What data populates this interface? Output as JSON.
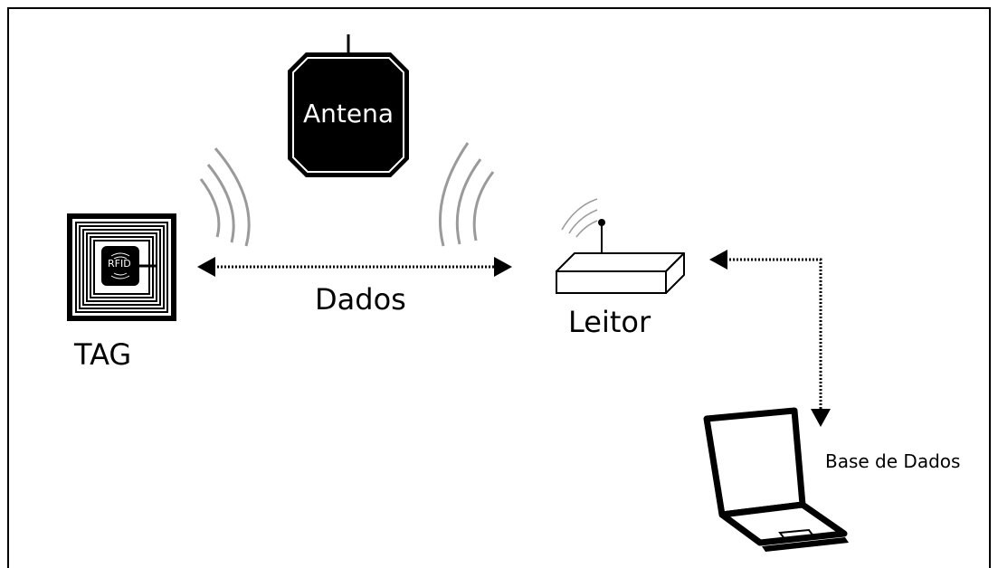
{
  "labels": {
    "antenna": "Antena",
    "tag": "TAG",
    "rfid_chip": "RFID",
    "data_link": "Dados",
    "reader": "Leitor",
    "database": "Base de Dados"
  },
  "colors": {
    "line": "#000000",
    "waves": "#9a9a9a",
    "background": "#ffffff"
  }
}
